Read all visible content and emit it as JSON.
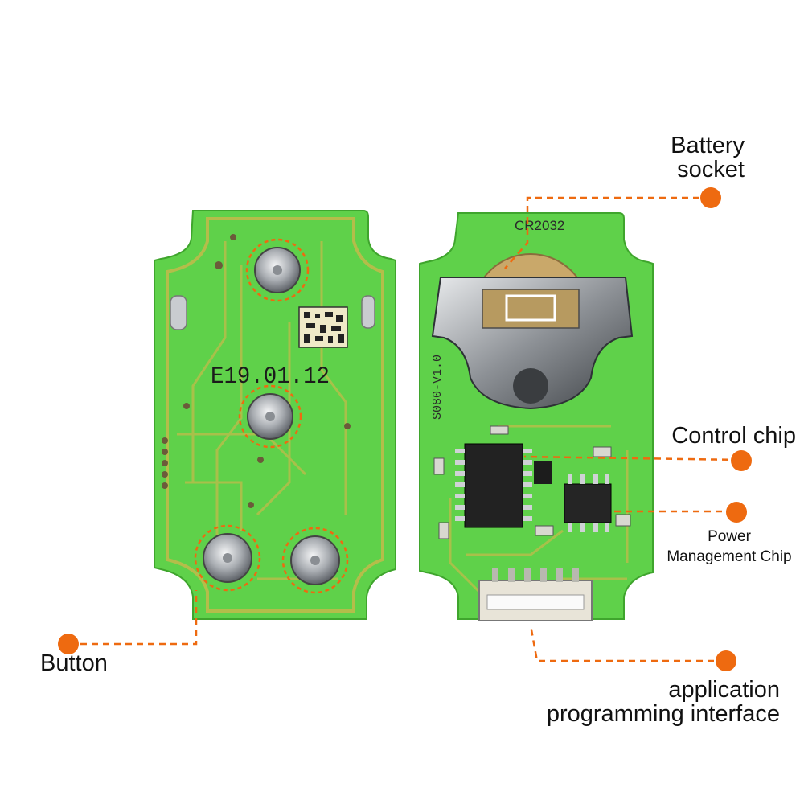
{
  "colors": {
    "accent": "#ee6a10",
    "pcb_green": "#5fd14a",
    "pcb_trace": "#d9b54a",
    "metal": "#c9ccd0"
  },
  "board_text": {
    "date_code": "E19.01.12",
    "battery_model": "CR2032",
    "board_version": "S080-V1.0"
  },
  "callouts": {
    "battery": {
      "line1": "Battery",
      "line2": "socket"
    },
    "control_chip": {
      "line1": "Control chip"
    },
    "power_chip": {
      "line1": "Power",
      "line2": "Management Chip"
    },
    "button": {
      "line1": "Button"
    },
    "api": {
      "line1": "application",
      "line2": "programming interface"
    }
  }
}
